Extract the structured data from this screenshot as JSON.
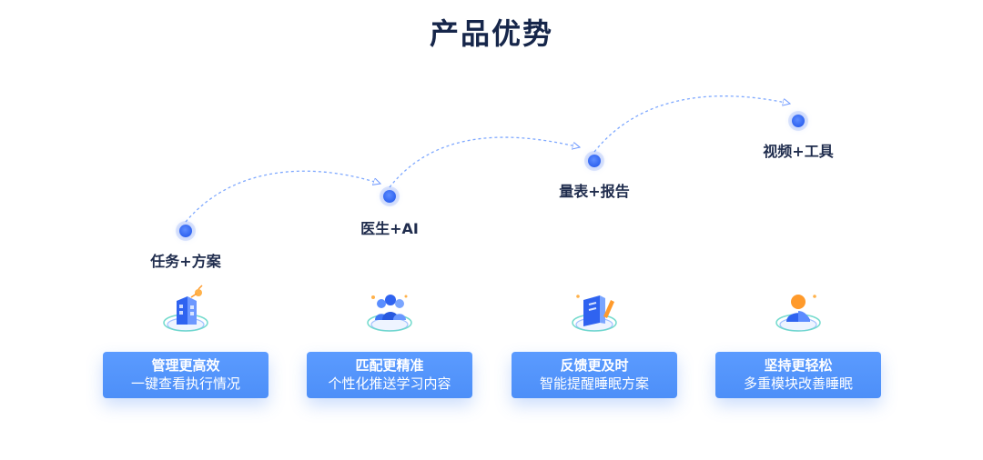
{
  "title": "产品优势",
  "steps": [
    {
      "label": "任务+方案"
    },
    {
      "label": "医生+AI"
    },
    {
      "label": "量表+报告"
    },
    {
      "label": "视频+工具"
    }
  ],
  "cards": [
    {
      "title": "管理更高效",
      "subtitle": "一键查看执行情况",
      "icon": "building-icon"
    },
    {
      "title": "匹配更精准",
      "subtitle": "个性化推送学习内容",
      "icon": "people-group-icon"
    },
    {
      "title": "反馈更及时",
      "subtitle": "智能提醒睡眠方案",
      "icon": "book-pencil-icon"
    },
    {
      "title": "坚持更轻松",
      "subtitle": "多重模块改善睡眠",
      "icon": "user-icon"
    }
  ],
  "colors": {
    "title": "#16264a",
    "label": "#1f2c4d",
    "accent": "#4d8ff8",
    "dot": "#2f63f0",
    "arc": "#7ea8ff"
  }
}
